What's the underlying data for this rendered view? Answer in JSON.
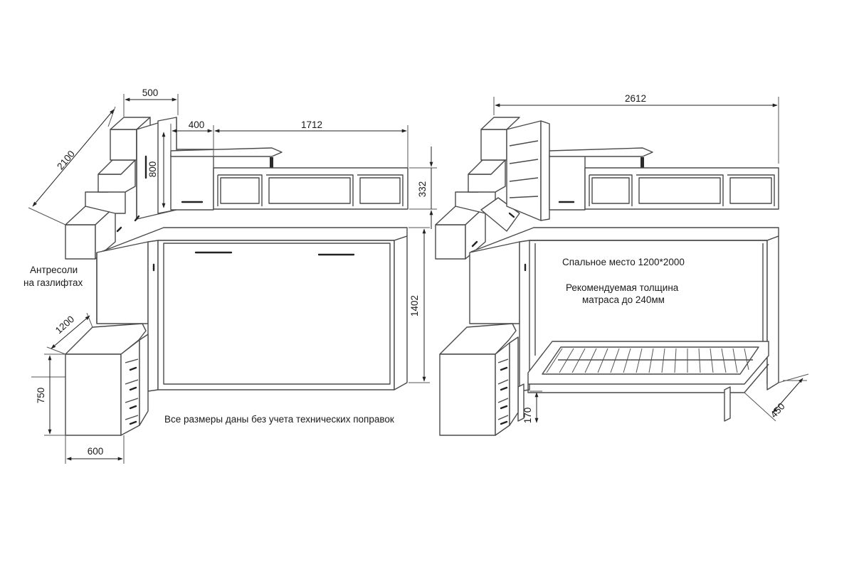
{
  "dimensions": {
    "left_depth_upper": "500",
    "left_diagonal": "2100",
    "left_door_height": "800",
    "left_cabinet_width": "400",
    "left_total_width": "1712",
    "left_shelf_height": "332",
    "left_bed_height": "1402",
    "left_desk_depth": "1200",
    "left_desk_height": "750",
    "left_desk_width": "600",
    "right_total_width": "2612",
    "right_leg_height": "170",
    "right_bed_protrusion": "450"
  },
  "labels": {
    "gaslift_line1": "Антресоли",
    "gaslift_line2": "на газлифтах",
    "note": "Все размеры даны без учета технических поправок",
    "sleeping_place": "Спальное место 1200*2000",
    "mattress_line1": "Рекомендуемая толщина",
    "mattress_line2": "матраса  до 240мм"
  }
}
